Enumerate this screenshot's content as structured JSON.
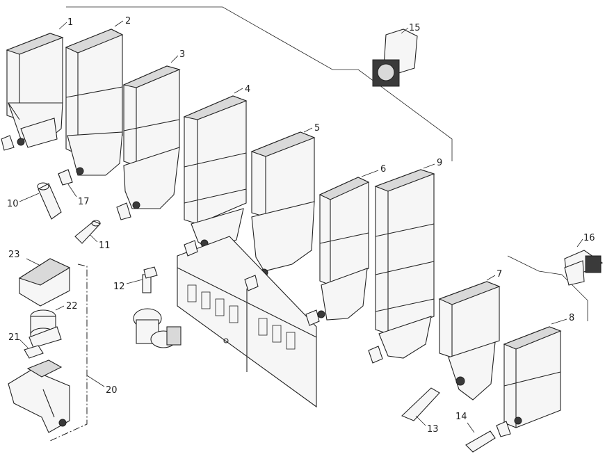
{
  "diagram": {
    "callouts": [
      "1",
      "2",
      "3",
      "4",
      "5",
      "6",
      "7",
      "8",
      "9",
      "10",
      "11",
      "12",
      "13",
      "14",
      "15",
      "16",
      "17",
      "20",
      "21",
      "22",
      "23"
    ]
  }
}
